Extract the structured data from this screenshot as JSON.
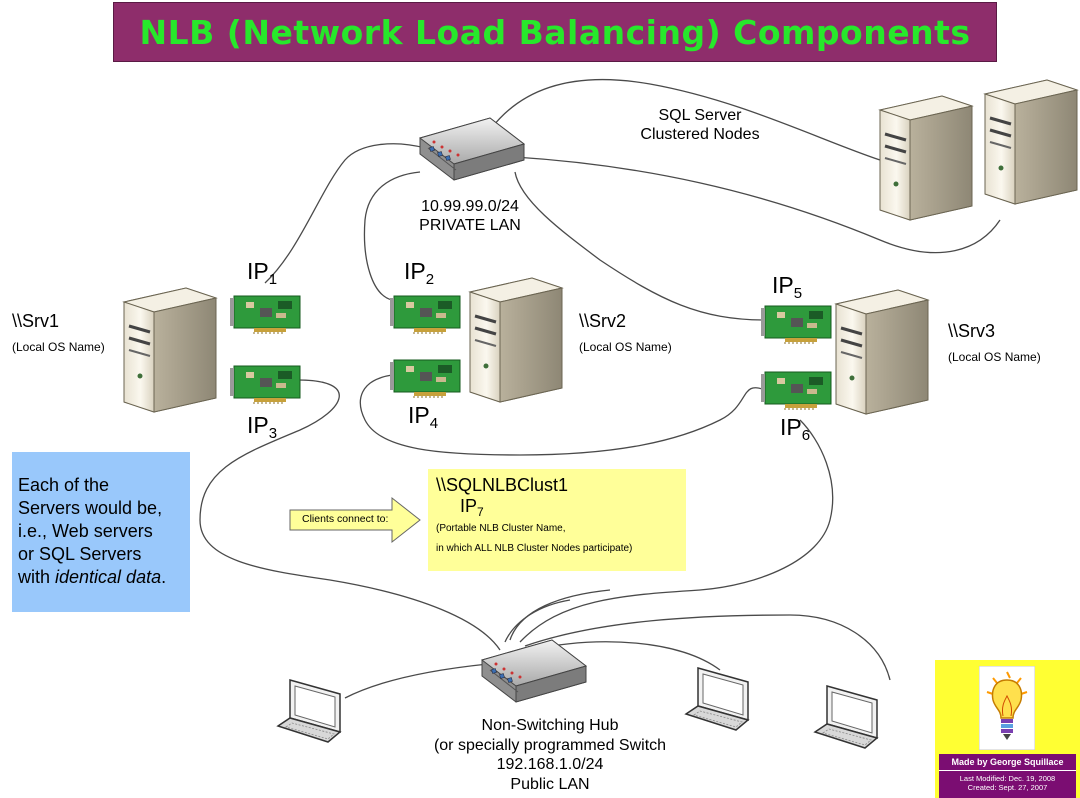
{
  "title": "NLB (Network Load Balancing) Components",
  "private_lan": {
    "subnet": "10.99.99.0/24",
    "name": "PRIVATE LAN"
  },
  "sql_cluster": {
    "line1": "SQL Server",
    "line2": "Clustered Nodes"
  },
  "servers": [
    {
      "name": "\\\\Srv1",
      "sub": "(Local OS Name)"
    },
    {
      "name": "\\\\Srv2",
      "sub": "(Local OS Name)"
    },
    {
      "name": "\\\\Srv3",
      "sub": "(Local OS Name)"
    }
  ],
  "ips": [
    {
      "base": "IP",
      "sub": "1"
    },
    {
      "base": "IP",
      "sub": "2"
    },
    {
      "base": "IP",
      "sub": "3"
    },
    {
      "base": "IP",
      "sub": "4"
    },
    {
      "base": "IP",
      "sub": "5"
    },
    {
      "base": "IP",
      "sub": "6"
    }
  ],
  "note": {
    "lines": [
      "Each of the",
      "Servers would be,",
      "i.e., Web servers",
      "or SQL Servers"
    ],
    "last_prefix": "with ",
    "last_em": "identical data",
    "last_suffix": "."
  },
  "arrow_label": "Clients connect to:",
  "cluster": {
    "name": "\\\\SQLNLBClust1",
    "ip_base": "IP",
    "ip_sub": "7",
    "desc1": "(Portable NLB Cluster Name,",
    "desc2": "in which ALL NLB Cluster Nodes participate)"
  },
  "public_lan": {
    "line1": "Non-Switching Hub",
    "line2": "(or specially programmed Switch",
    "line3": "192.168.1.0/24",
    "line4": "Public  LAN"
  },
  "credit": {
    "made_by": "Made by George Squillace",
    "modified": "Last Modified: Dec. 19, 2008",
    "created": "Created: Sept. 27, 2007"
  },
  "colors": {
    "title_bg": "#8e2d6b",
    "title_text": "#27e82b",
    "note_bg": "#99c8fb",
    "cluster_bg": "#ffff99",
    "credit_bg": "#ffff33",
    "credit_band": "#7b0d72",
    "nic_green": "#2e9a3c"
  },
  "icons": [
    "hub-icon",
    "server-tower-icon",
    "network-card-icon",
    "laptop-icon",
    "lightbulb-icon",
    "arrow-right-icon"
  ]
}
